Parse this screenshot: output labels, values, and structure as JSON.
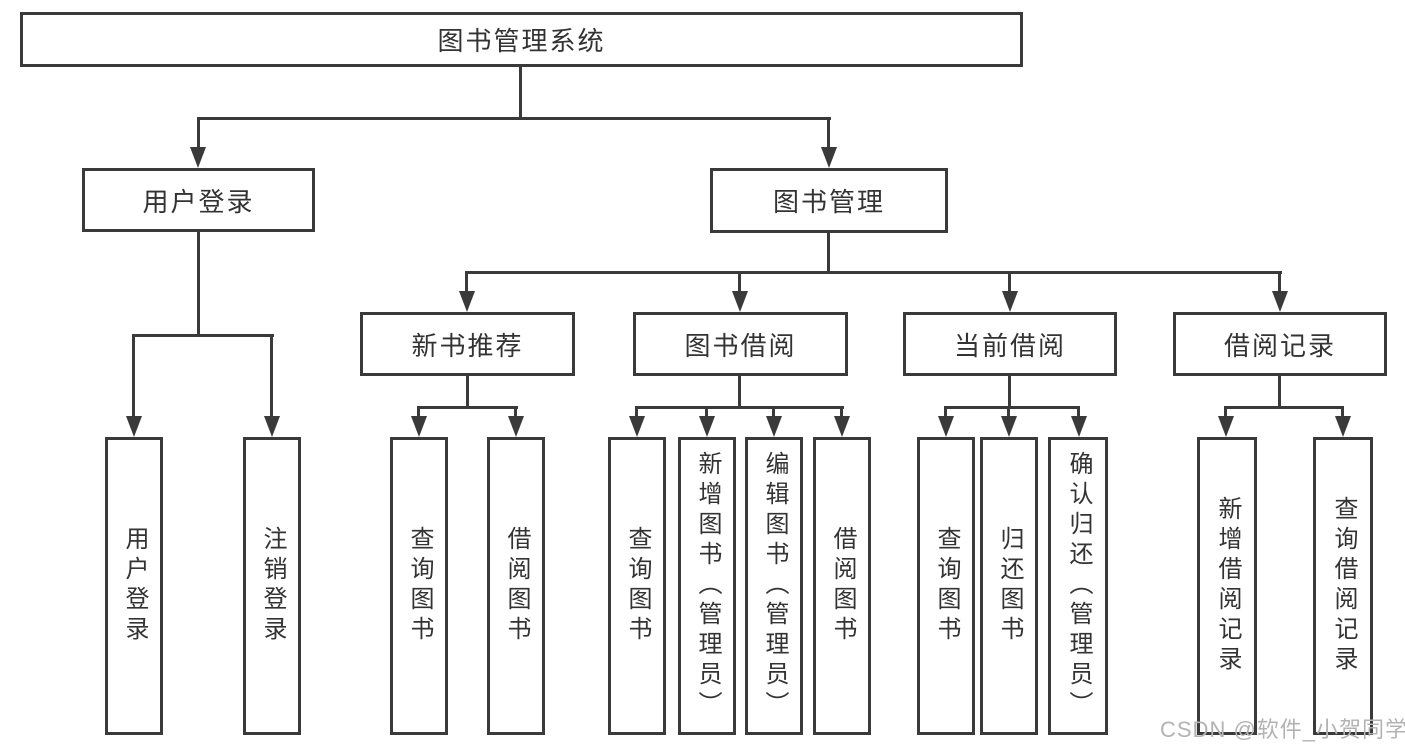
{
  "colors": {
    "line": "#3a3a3a",
    "box_border": "#3a3a3a",
    "box_bg": "#ffffff",
    "text": "#333333",
    "watermark": "#b3b3b3"
  },
  "diagram": {
    "root": {
      "label": "图书管理系统"
    },
    "level2": [
      {
        "label": "用户登录",
        "children": [
          {
            "label": "用户登录"
          },
          {
            "label": "注销登录"
          }
        ]
      },
      {
        "label": "图书管理",
        "children": [
          {
            "label": "新书推荐",
            "children": [
              {
                "label": "查询图书"
              },
              {
                "label": "借阅图书"
              }
            ]
          },
          {
            "label": "图书借阅",
            "children": [
              {
                "label": "查询图书"
              },
              {
                "label": "新增图书（管理员）"
              },
              {
                "label": "编辑图书（管理员）"
              },
              {
                "label": "借阅图书"
              }
            ]
          },
          {
            "label": "当前借阅",
            "children": [
              {
                "label": "查询图书"
              },
              {
                "label": "归还图书"
              },
              {
                "label": "确认归还（管理员）"
              }
            ]
          },
          {
            "label": "借阅记录",
            "children": [
              {
                "label": "新增借阅记录"
              },
              {
                "label": "查询借阅记录"
              }
            ]
          }
        ]
      }
    ]
  },
  "watermark": {
    "text": "CSDN @软件_小贺同学"
  }
}
